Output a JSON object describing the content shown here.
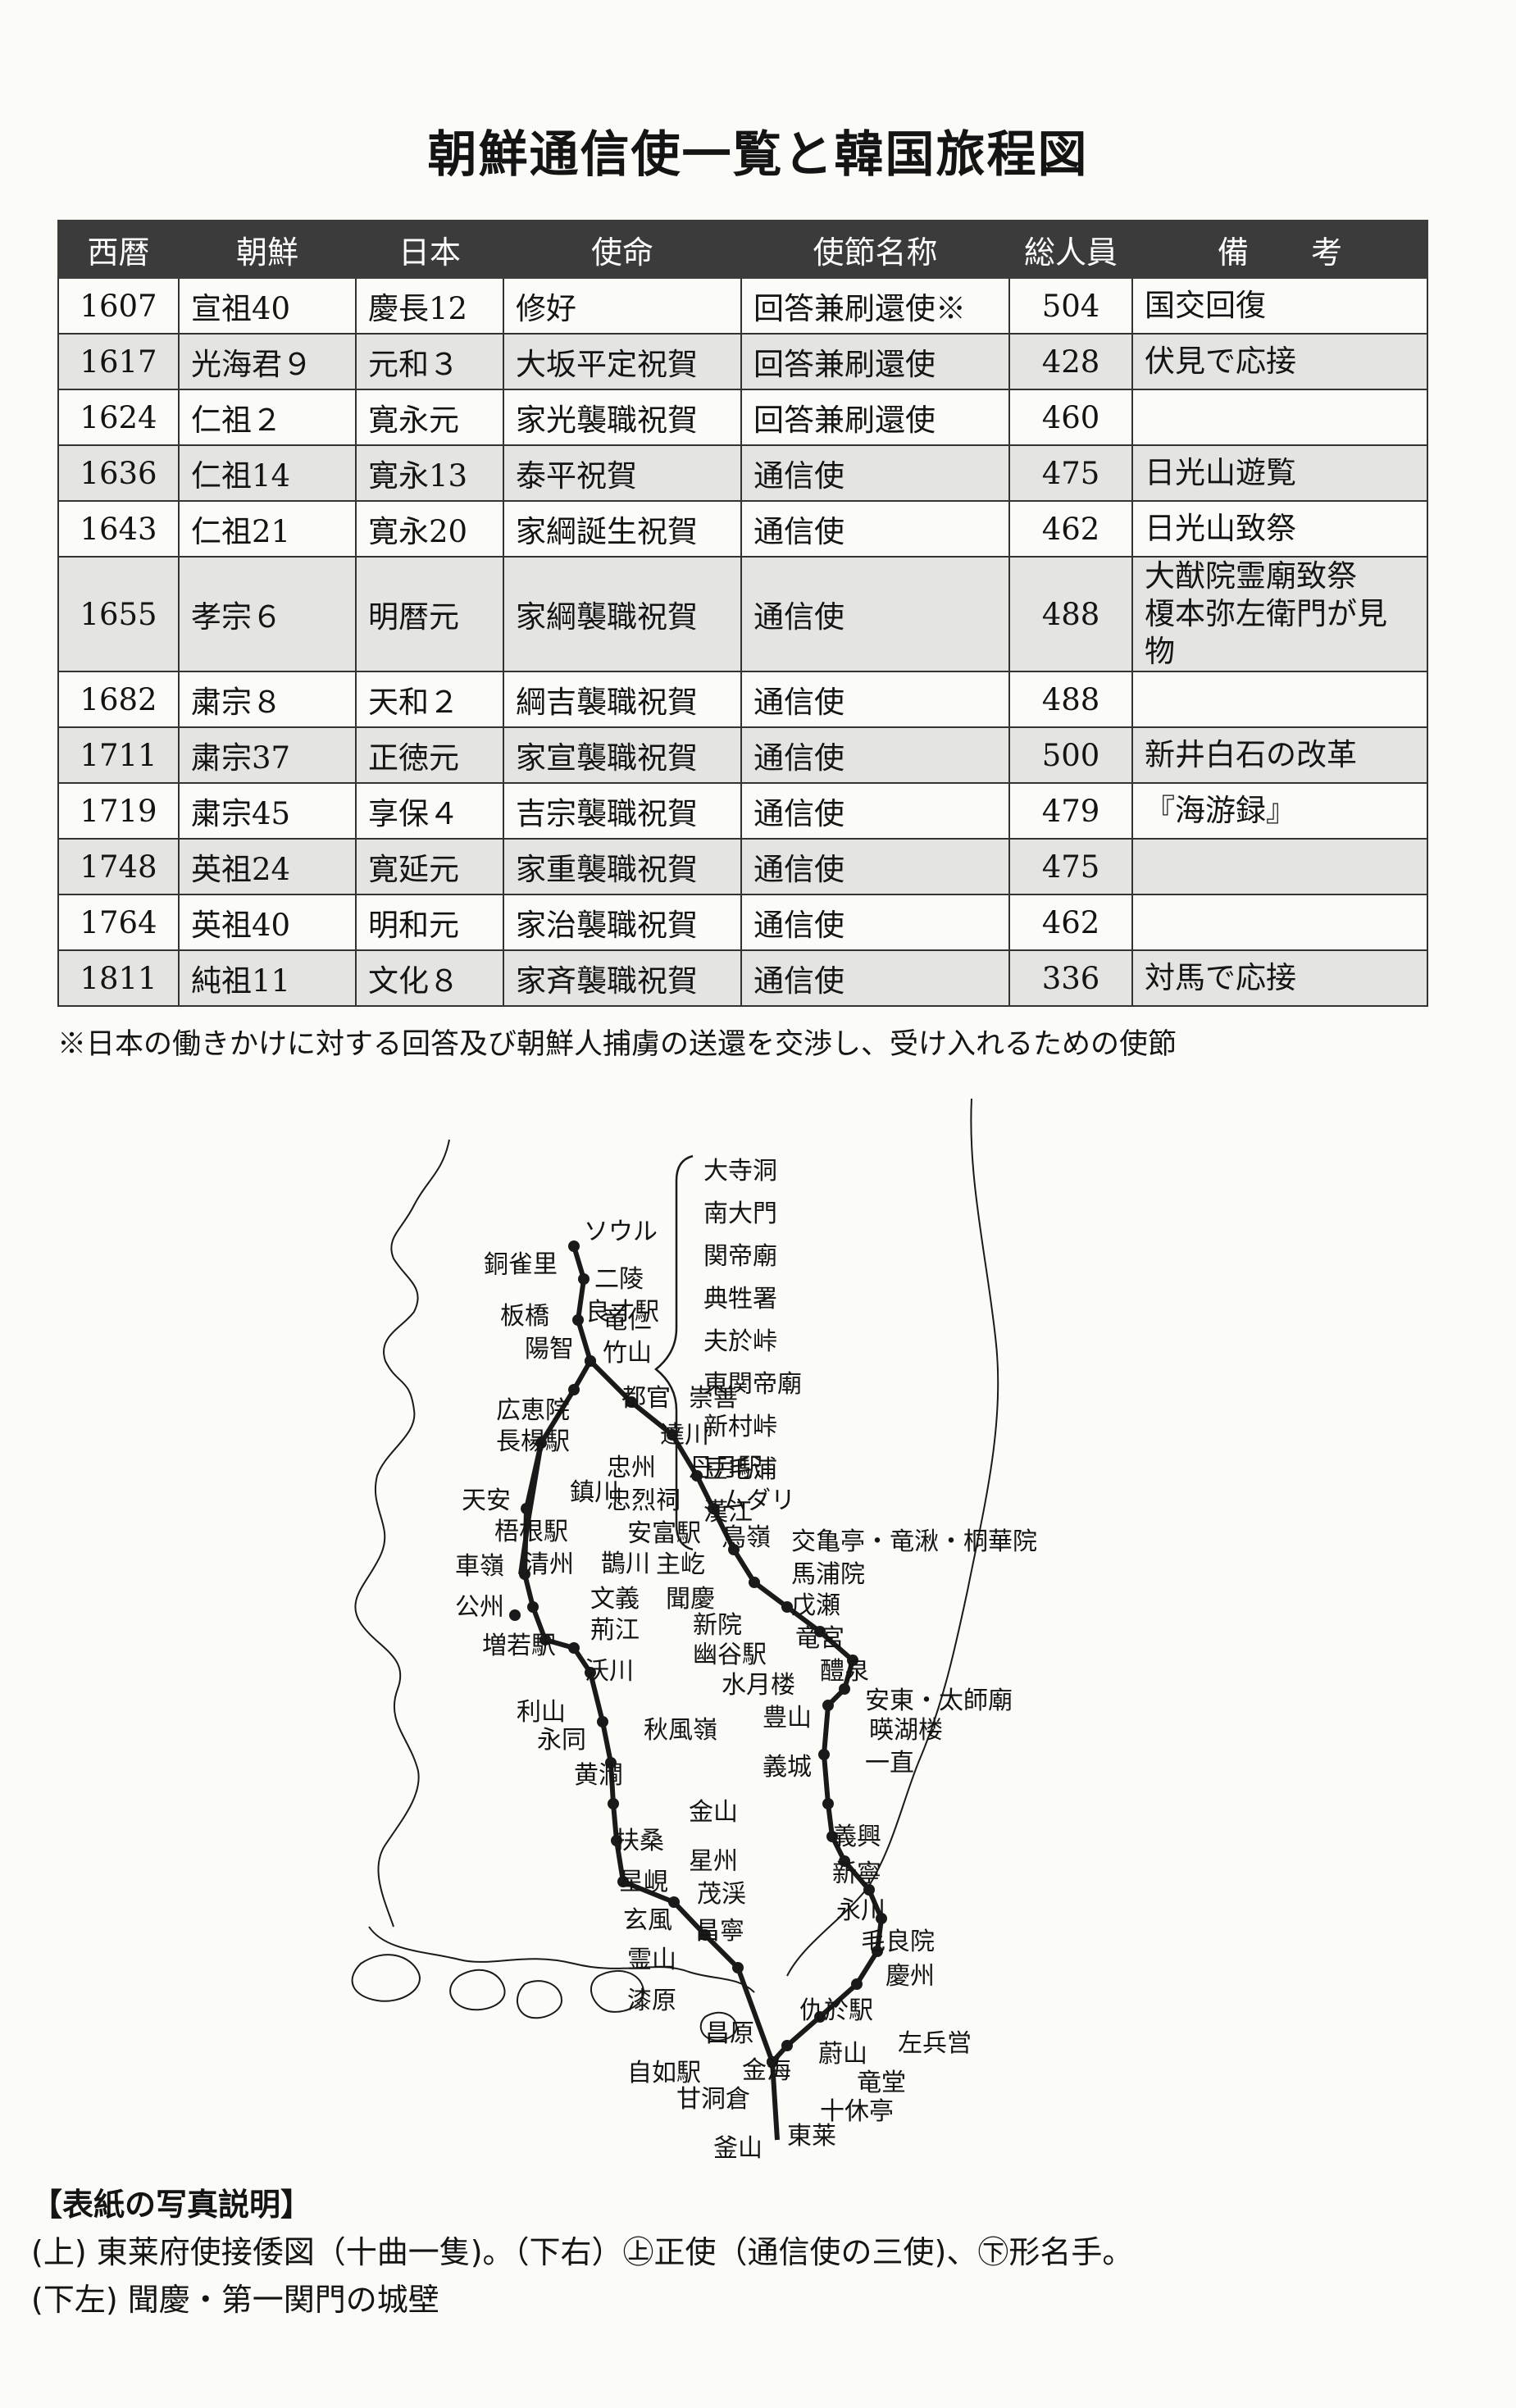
{
  "title": "朝鮮通信使一覧と韓国旅程図",
  "table": {
    "headers": [
      "西暦",
      "朝鮮",
      "日本",
      "使命",
      "使節名称",
      "総人員",
      "備　　考"
    ],
    "rows": [
      {
        "year": "1607",
        "korea": "宣祖40",
        "japan": "慶長12",
        "mission": "修好",
        "name": "回答兼刷還使※",
        "total": "504",
        "note": "国交回復"
      },
      {
        "year": "1617",
        "korea": "光海君９",
        "japan": "元和３",
        "mission": "大坂平定祝賀",
        "name": "回答兼刷還使",
        "total": "428",
        "note": "伏見で応接"
      },
      {
        "year": "1624",
        "korea": "仁祖２",
        "japan": "寛永元",
        "mission": "家光襲職祝賀",
        "name": "回答兼刷還使",
        "total": "460",
        "note": ""
      },
      {
        "year": "1636",
        "korea": "仁祖14",
        "japan": "寛永13",
        "mission": "泰平祝賀",
        "name": "通信使",
        "total": "475",
        "note": "日光山遊覧"
      },
      {
        "year": "1643",
        "korea": "仁祖21",
        "japan": "寛永20",
        "mission": "家綱誕生祝賀",
        "name": "通信使",
        "total": "462",
        "note": "日光山致祭"
      },
      {
        "year": "1655",
        "korea": "孝宗６",
        "japan": "明暦元",
        "mission": "家綱襲職祝賀",
        "name": "通信使",
        "total": "488",
        "note": "大猷院霊廟致祭",
        "note2": "榎本弥左衛門が見物"
      },
      {
        "year": "1682",
        "korea": "粛宗８",
        "japan": "天和２",
        "mission": "綱吉襲職祝賀",
        "name": "通信使",
        "total": "488",
        "note": ""
      },
      {
        "year": "1711",
        "korea": "粛宗37",
        "japan": "正徳元",
        "mission": "家宣襲職祝賀",
        "name": "通信使",
        "total": "500",
        "note": "新井白石の改革"
      },
      {
        "year": "1719",
        "korea": "粛宗45",
        "japan": "享保４",
        "mission": "吉宗襲職祝賀",
        "name": "通信使",
        "total": "479",
        "note": "『海游録』"
      },
      {
        "year": "1748",
        "korea": "英祖24",
        "japan": "寛延元",
        "mission": "家重襲職祝賀",
        "name": "通信使",
        "total": "475",
        "note": ""
      },
      {
        "year": "1764",
        "korea": "英祖40",
        "japan": "明和元",
        "mission": "家治襲職祝賀",
        "name": "通信使",
        "total": "462",
        "note": ""
      },
      {
        "year": "1811",
        "korea": "純祖11",
        "japan": "文化８",
        "mission": "家斉襲職祝賀",
        "name": "通信使",
        "total": "336",
        "note": "対馬で応接"
      }
    ]
  },
  "footnote": "※日本の働きかけに対する回答及び朝鮮人捕虜の送還を交渉し、受け入れるための使節",
  "map": {
    "bracket_places": [
      "大寺洞",
      "南大門",
      "関帝廟",
      "典牲署",
      "夫於峠",
      "東関帝廟",
      "新村峠",
      "豆毛浦",
      "漢江"
    ],
    "places": {
      "p_seoul": "ソウル",
      "p_dojakri": "銅雀里",
      "p_nireung": "二陵",
      "p_yangjae": "良才駅",
      "p_panggyo": "板橋",
      "p_yongin": "竜仁",
      "p_yangji": "陽智",
      "p_juksan": "竹山",
      "p_dogwan": "都官",
      "p_sungseon": "崇善",
      "p_dalcheon": "達川",
      "p_gwanghye": "広恵院",
      "p_janghyang": "長楊駅",
      "p_chungju": "忠州",
      "p_danwol": "丹月駅",
      "p_chungyeol": "忠烈祠",
      "p_mudari": "ムダリ",
      "p_cheonan": "天安",
      "p_jincheon": "鎮川",
      "p_anbu": "安富駅",
      "p_joryeong": "鳥嶺",
      "p_gyogu": "交亀亭・竜湫・桐華院",
      "p_ogeun": "梧根駅",
      "p_goesan": "鵲川",
      "p_jugeul": "主屹",
      "p_mapo": "馬浦院",
      "p_chaeryeong": "車嶺",
      "p_cheongju": "清州",
      "p_munui": "文義",
      "p_mungyeong": "聞慶",
      "p_muse": "戊瀬",
      "p_gongju": "公州",
      "p_hyeongang": "荊江",
      "p_singwon": "新院",
      "p_yonggung": "竜宮",
      "p_jeungyak": "増若駅",
      "p_okcheon": "沃川",
      "p_yugok": "幽谷駅",
      "p_yecheon": "醴泉",
      "p_suwol": "水月楼",
      "p_andong": "安東・太師廟",
      "p_pungsan": "豊山",
      "p_yeonghoru": "暎湖楼",
      "p_isan": "利山",
      "p_yeongdong": "永同",
      "p_chupung": "秋風嶺",
      "p_iljik": "一直",
      "p_hwanggan": "黄澗",
      "p_uiseong": "義城",
      "p_gimcheon": "金山",
      "p_uiheung": "義興",
      "p_busang": "扶桑",
      "p_seongju": "星州",
      "p_sinnyeong": "新寧",
      "p_seonghyeon": "星峴",
      "p_mugye": "茂渓",
      "p_yeongcheon": "永川",
      "p_hyeonpung": "玄風",
      "p_moryang": "毛良院",
      "p_changnyeong": "昌寧",
      "p_yeongsan": "霊山",
      "p_gyeongju": "慶州",
      "p_guoe": "仇於駅",
      "p_chilwon": "漆原",
      "p_jwabyeong": "左兵営",
      "p_changwon": "昌原",
      "p_ulsan": "蔚山",
      "p_jayeo": "自如駅",
      "p_gimhae": "金海",
      "p_yongdang": "竜堂",
      "p_gamdong": "甘洞倉",
      "p_sipyu": "十休亭",
      "p_dongnae": "東莱",
      "p_busan": "釜山"
    }
  },
  "caption": {
    "heading": "【表紙の写真説明】",
    "line1": "(上) 東莱府使接倭図（十曲一隻)。（下右）㊤正使（通信使の三使)、㊦形名手。",
    "line2": "(下左) 聞慶・第一関門の城壁"
  }
}
